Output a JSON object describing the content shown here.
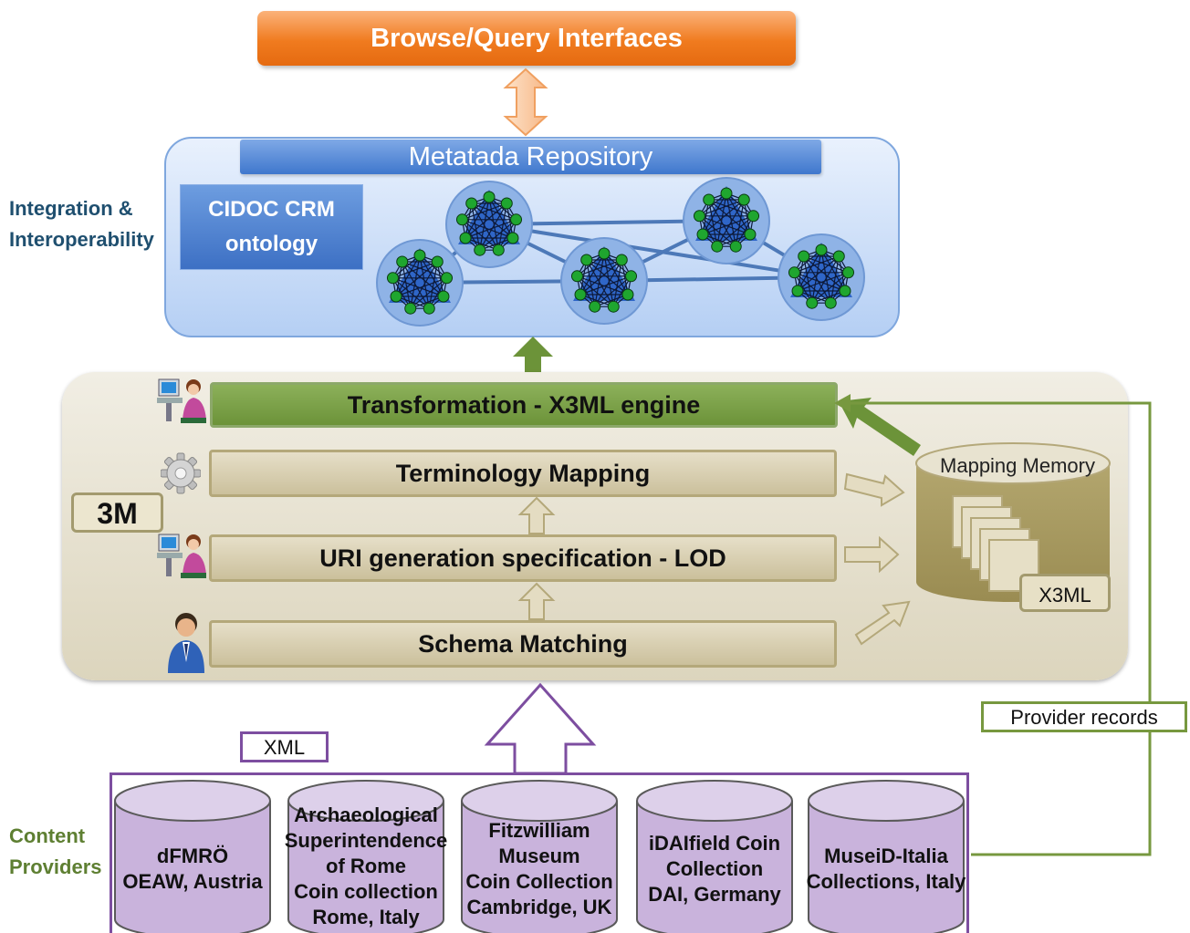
{
  "header": {
    "browse_label": "Browse/Query Interfaces"
  },
  "integration": {
    "side_label_line1": "Integration &",
    "side_label_line2": "Interoperability",
    "repo_title": "Metatada Repository",
    "cidoc_line1": "CIDOC CRM",
    "cidoc_line2": "ontology"
  },
  "three_m": {
    "tag": "3M",
    "layers": [
      {
        "label": "Transformation - X3ML engine"
      },
      {
        "label": "Terminology Mapping"
      },
      {
        "label": "URI generation specification - LOD"
      },
      {
        "label": "Schema Matching"
      }
    ],
    "mapping_memory": "Mapping Memory",
    "x3ml_tag": "X3ML"
  },
  "feedback": {
    "provider_records": "Provider records"
  },
  "content": {
    "side_label_line1": "Content",
    "side_label_line2": "Providers",
    "xml_tag": "XML",
    "providers": [
      {
        "lines": [
          "dFMRÖ",
          "OEAW, Austria"
        ]
      },
      {
        "lines": [
          "Archaeological",
          "Superintendence",
          "of Rome",
          "Coin collection",
          "Rome, Italy"
        ]
      },
      {
        "lines": [
          "Fitzwilliam",
          "Museum",
          "Coin Collection",
          "Cambridge, UK"
        ]
      },
      {
        "lines": [
          "iDAIfield Coin",
          "Collection",
          "DAI, Germany"
        ]
      },
      {
        "lines": [
          "MuseiD-Italia",
          "Collections, Italy"
        ]
      }
    ]
  },
  "colors": {
    "orange": "#f07b1f",
    "repo_blue": "#3f77cd",
    "node_green": "#1fa62f",
    "engine_green": "#6c9339",
    "khaki": "#cbc09c",
    "provider_purple": "#7d4ea0",
    "feedback_green": "#77983f"
  }
}
